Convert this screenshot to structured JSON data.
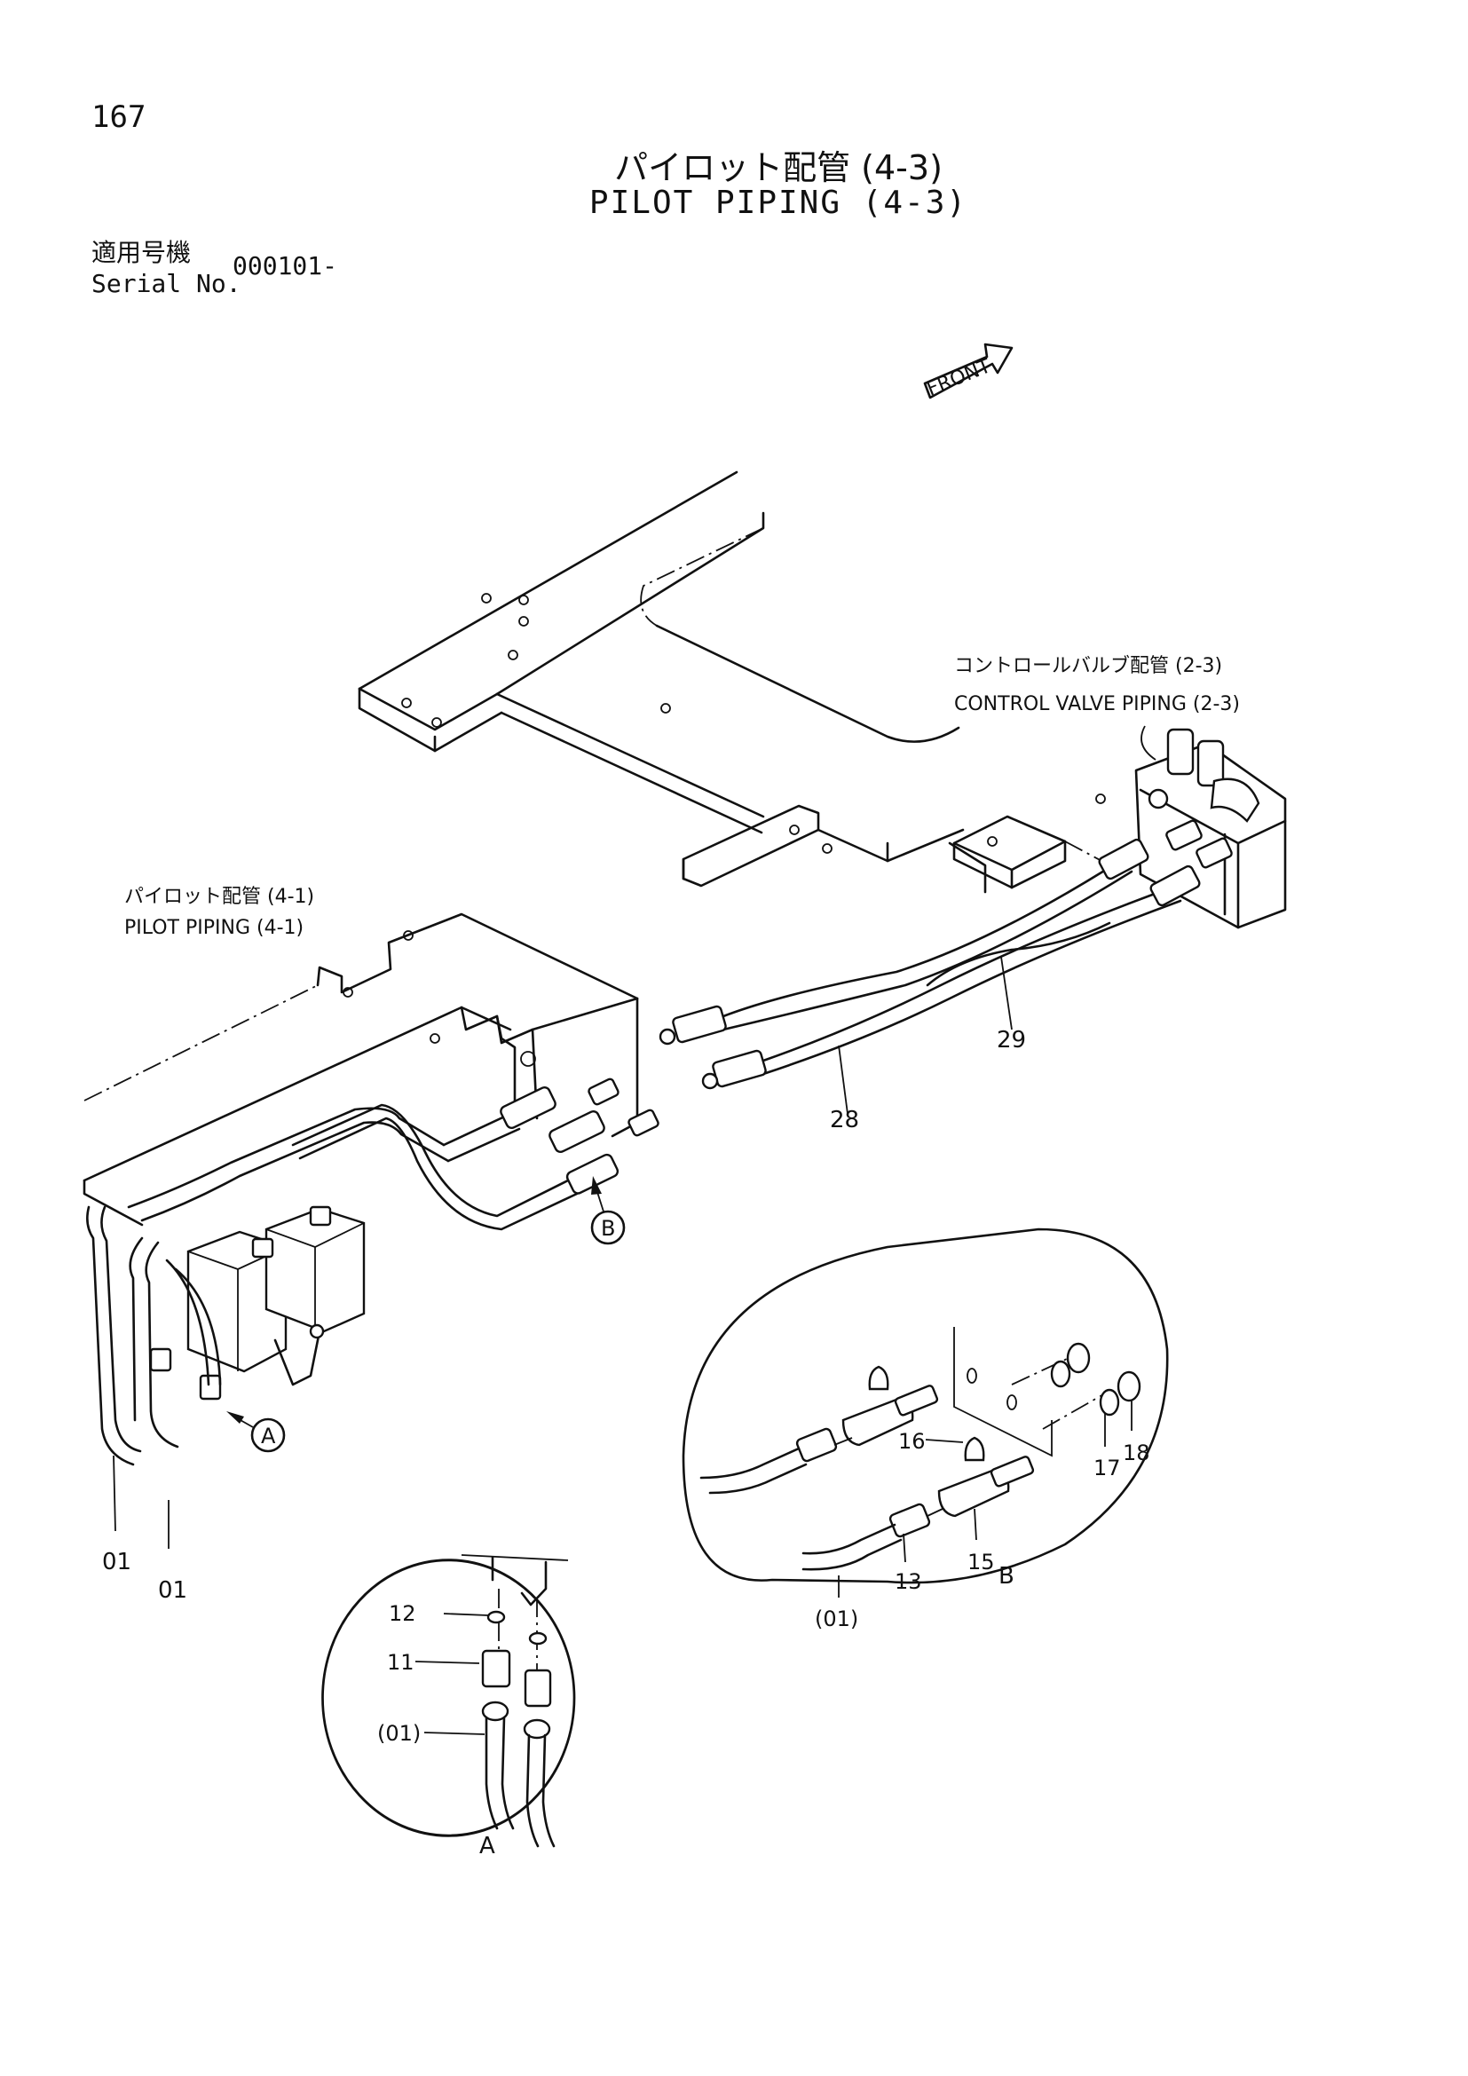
{
  "header": {
    "page_number": "167",
    "title_jp": "パイロット配管 (4-3)",
    "title_en": "PILOT PIPING (4-3)",
    "serial_label_jp": "適用号機",
    "serial_label_en": "Serial No.",
    "serial_value": "000101-"
  },
  "front_label": "FRONT",
  "references": {
    "control_valve_jp": "コントロールバルブ配管 (2-3)",
    "control_valve_en": "CONTROL VALVE PIPING (2-3)",
    "pilot_piping_jp": "パイロット配管 (4-1)",
    "pilot_piping_en": "PILOT PIPING (4-1)"
  },
  "callouts": {
    "A": "A",
    "B": "B"
  },
  "part_labels": {
    "p28": "28",
    "p29": "29",
    "p01_left": "01",
    "p01_right": "01",
    "p12": "12",
    "p11": "11",
    "p01_detailA": "(01)",
    "p16": "16",
    "p17": "17",
    "p18": "18",
    "p15": "15",
    "p13": "13",
    "p01_detailB": "(01)"
  },
  "detail_labels": {
    "A": "A",
    "B": "B"
  }
}
